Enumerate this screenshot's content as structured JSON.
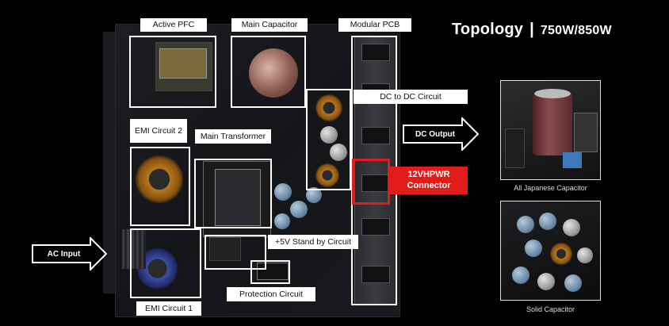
{
  "title": {
    "main": "Topology",
    "separator": "|",
    "sub": "750W/850W"
  },
  "labels": {
    "active_pfc": "Active PFC",
    "main_capacitor": "Main Capacitor",
    "modular_pcb": "Modular PCB",
    "dc_to_dc": "DC to DC Circuit",
    "emi_circuit_2": "EMI Circuit 2",
    "main_transformer": "Main Transformer",
    "connector_12vhpwr": "12VHPWR Connector",
    "standby_circuit": "+5V Stand by Circuit",
    "protection_circuit": "Protection  Circuit",
    "emi_circuit_1": "EMI Circuit  1"
  },
  "arrows": {
    "ac_input": "AC Input",
    "dc_output": "DC Output"
  },
  "captions": {
    "japanese_cap": "All Japanese Capacitor",
    "solid_cap": "Solid Capacitor"
  },
  "colors": {
    "highlight": "#e21b1b",
    "frame": "#ffffff",
    "background": "#000000"
  }
}
